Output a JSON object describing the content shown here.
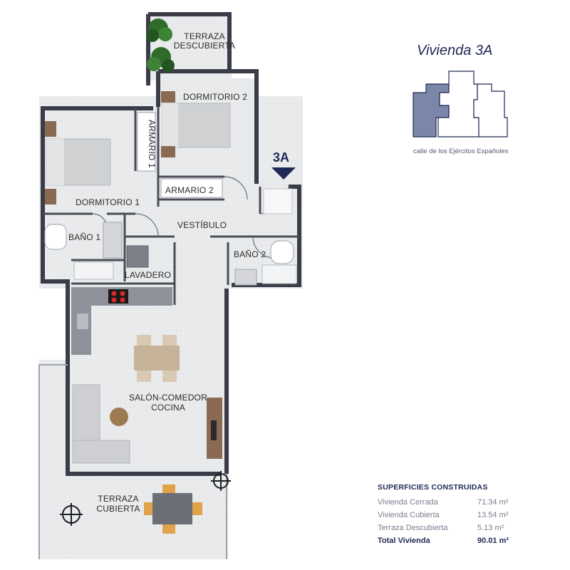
{
  "unit": {
    "title": "Vivienda 3A",
    "code": "3A",
    "street": "calle de los Ejércitos Españoles"
  },
  "rooms": {
    "terraza_descubierta": [
      "TERRAZA",
      "DESCUBIERTA"
    ],
    "dormitorio_2": "DORMITORIO 2",
    "armario_1": "ARMARIO 1",
    "dormitorio_1": "DORMITORIO 1",
    "armario_2": "ARMARIO 2",
    "vestibulo": "VESTÍBULO",
    "bano_1": "BAÑO 1",
    "bano_2": "BAÑO 2",
    "lavadero": "LAVADERO",
    "salon": [
      "SALÓN-COMEDOR",
      "COCINA"
    ],
    "terraza_cubierta": [
      "TERRAZA",
      "CUBIERTA"
    ]
  },
  "areas": {
    "heading": "SUPERFICIES CONSTRUIDAS",
    "rows": [
      {
        "label": "Vivienda Cerrada",
        "value": "71.34 m²"
      },
      {
        "label": "Vivienda Cubierta",
        "value": "13.54 m²"
      },
      {
        "label": "Terraza Descubierta",
        "value": "5.13 m²"
      }
    ],
    "total": {
      "label": "Total Vivienda",
      "value": "90.01 m²"
    }
  },
  "colors": {
    "accent": "#1e2a55",
    "highlight": "#7b86a8",
    "wall": "#3a3d48",
    "floor": "#e9ebec"
  },
  "icons": [
    "plant-icon",
    "bed-icon",
    "sofa-icon",
    "dining-table-icon",
    "stove-icon",
    "tv-unit-icon",
    "column-icon"
  ]
}
